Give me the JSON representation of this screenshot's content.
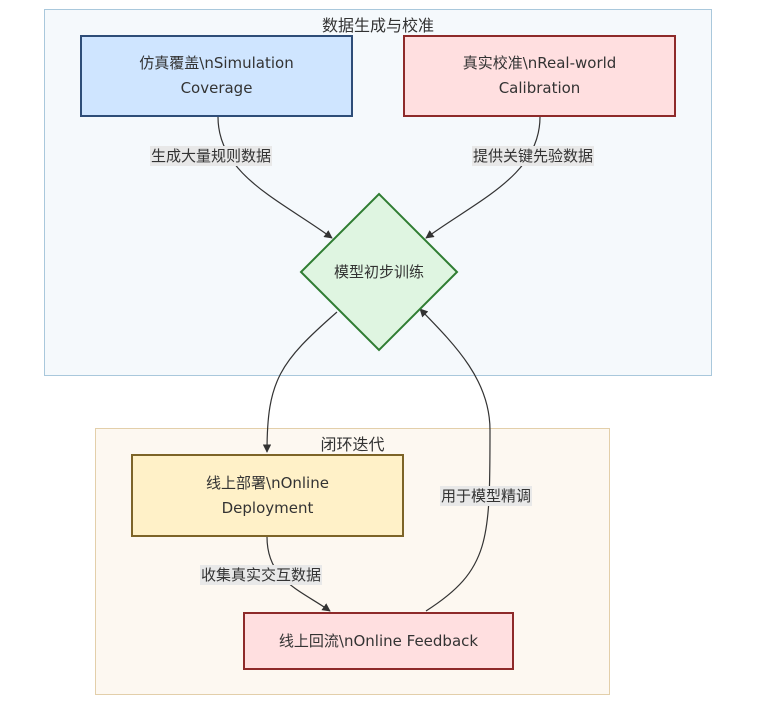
{
  "clusters": {
    "data_gen": {
      "title": "数据生成与校准",
      "fill": "#f5f9fc",
      "stroke": "#a9c8dc"
    },
    "closed_loop": {
      "title": "闭环迭代",
      "fill": "#fdf8f1",
      "stroke": "#e3cfaa"
    }
  },
  "nodes": {
    "sim": {
      "label": "仿真覆盖\\nSimulation\nCoverage",
      "fill": "#cfe5ff",
      "stroke": "#2e4d78"
    },
    "real": {
      "label": "真实校准\\nReal-world\nCalibration",
      "fill": "#ffdfe0",
      "stroke": "#8e2a2a"
    },
    "train": {
      "label": "模型初步训练",
      "fill": "#dff5e1",
      "stroke": "#2f7d32"
    },
    "deploy": {
      "label": "线上部署\\nOnline\nDeployment",
      "fill": "#fff1c8",
      "stroke": "#7d6428"
    },
    "feedback": {
      "label": "线上回流\\nOnline Feedback",
      "fill": "#ffdfe0",
      "stroke": "#8e2a2a"
    }
  },
  "edges": {
    "sim_train": "生成大量规则数据",
    "real_train": "提供关键先验数据",
    "deploy_feedback": "收集真实交互数据",
    "feedback_train": "用于模型精调"
  }
}
